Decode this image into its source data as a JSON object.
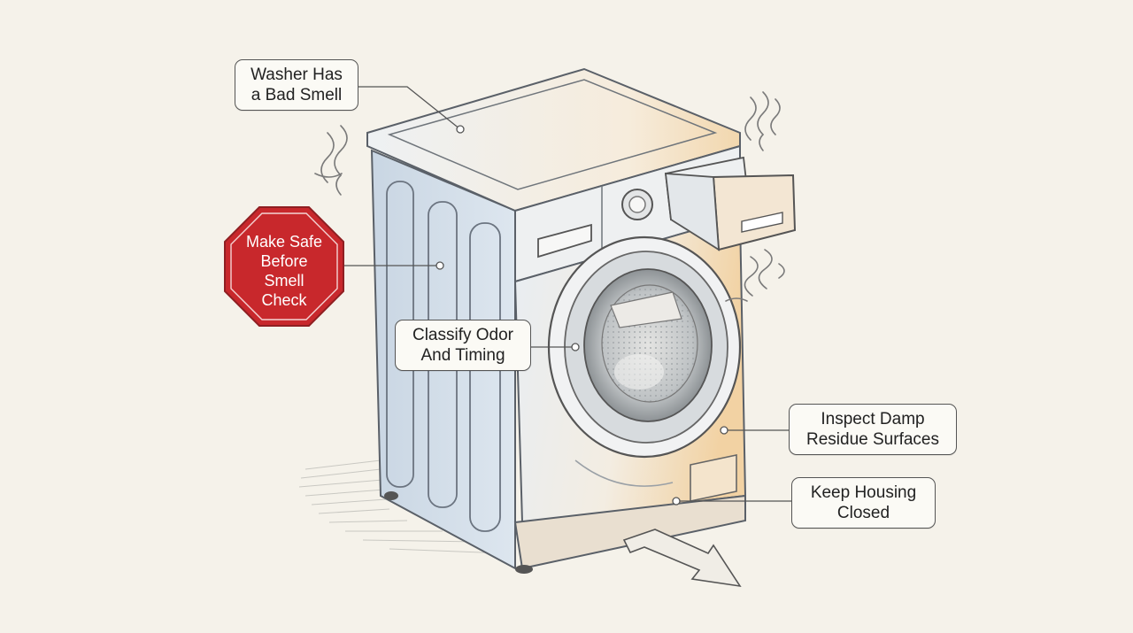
{
  "labels": {
    "bad_smell": "Washer Has\na Bad Smell",
    "make_safe": "Make Safe\nBefore\nSmell\nCheck",
    "classify": "Classify Odor\nAnd Timing",
    "inspect": "Inspect Damp\nResidue Surfaces",
    "housing": "Keep Housing\nClosed"
  },
  "colors": {
    "background": "#f5f2ea",
    "stop_sign": "#c8282c",
    "washer_body": "#dfe6ee",
    "warm_tint": "#f0cfa0",
    "line": "#555555"
  },
  "icons": [
    "washing-machine-illustration",
    "stop-sign",
    "odor-wave-icon",
    "arrow-icon"
  ]
}
